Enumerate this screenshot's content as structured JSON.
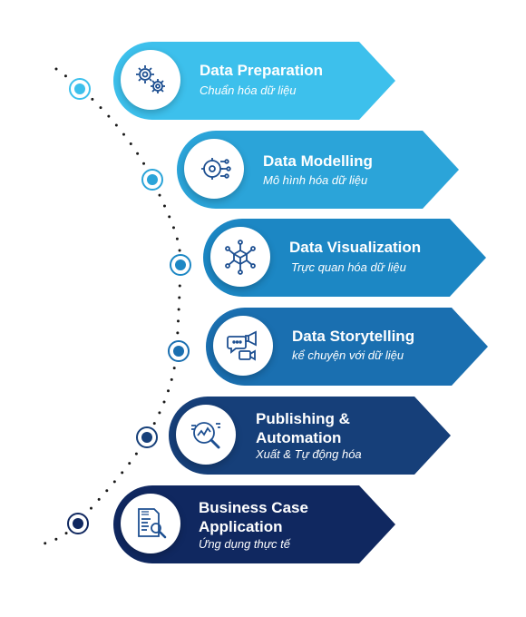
{
  "steps": [
    {
      "title": "Data Preparation",
      "subtitle": "Chuẩn hóa dữ liệu",
      "color": "#3dc0ec",
      "icon": "gears-icon"
    },
    {
      "title": "Data Modelling",
      "subtitle": "Mô hình hóa dữ liệu",
      "color": "#2ba4d9",
      "icon": "modelling-gear-icon"
    },
    {
      "title": "Data Visualization",
      "subtitle": "Trực quan hóa dữ liệu",
      "color": "#1c87c4",
      "icon": "network-cube-icon"
    },
    {
      "title": "Data Storytelling",
      "subtitle": "kể chuyện với dữ liệu",
      "color": "#1a6fb0",
      "icon": "chat-megaphone-icon"
    },
    {
      "title": "Publishing &\nAutomation",
      "subtitle": "Xuất & Tự động hóa",
      "color": "#163f79",
      "icon": "chart-magnifier-icon"
    },
    {
      "title": "Business Case\nApplication",
      "subtitle": "Ứng dụng thực tế",
      "color": "#102860",
      "icon": "case-study-icon"
    }
  ],
  "node_colors": [
    "#3dc0ec",
    "#2ba4d9",
    "#1c87c4",
    "#1a6fb0",
    "#163f79",
    "#102860"
  ]
}
